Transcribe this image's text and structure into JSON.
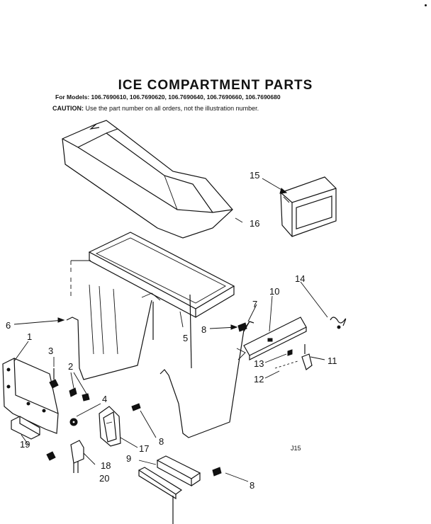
{
  "header": {
    "title": "ICE COMPARTMENT PARTS",
    "models": "For Models: 106.7690610, 106.7690620, 106.7690640, 106.7690660, 106.7690680",
    "caution_label": "CAUTION:",
    "caution_text": "Use the part number on all orders, not the illustration number."
  },
  "callouts": {
    "c1": "1",
    "c2": "2",
    "c3": "3",
    "c4": "4",
    "c5": "5",
    "c6": "6",
    "c7": "7",
    "c8a": "8",
    "c8b": "8",
    "c8c": "8",
    "c9": "9",
    "c10": "10",
    "c11": "11",
    "c12": "12",
    "c13": "13",
    "c14": "14",
    "c15": "15",
    "c16": "16",
    "c17": "17",
    "c18": "18",
    "c19": "19",
    "c20": "20"
  },
  "page_code": "J15"
}
